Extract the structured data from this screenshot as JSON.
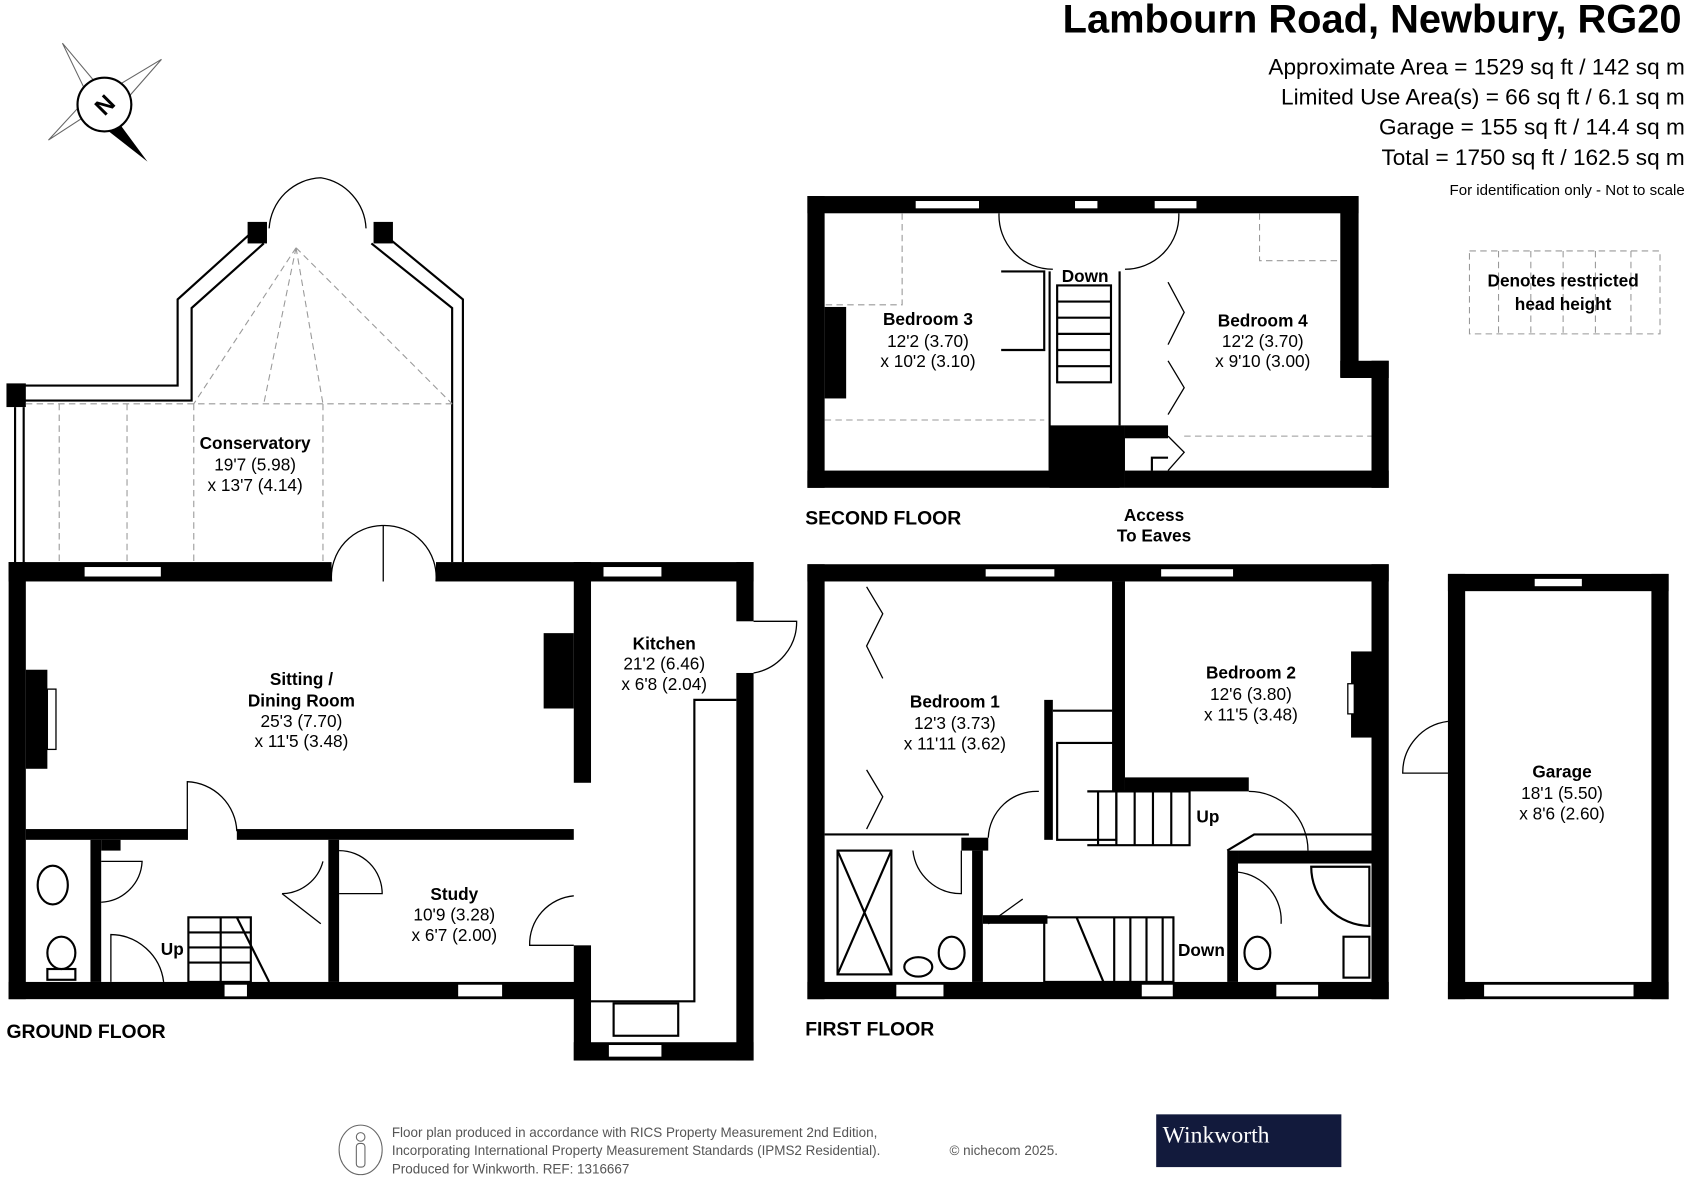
{
  "header": {
    "title": "Lambourn Road, Newbury, RG20",
    "areas": [
      "Approximate Area = 1529 sq ft / 142 sq m",
      "Limited Use Area(s) = 66 sq ft / 6.1 sq m",
      "Garage = 155 sq ft / 14.4 sq m",
      "Total = 1750 sq ft / 162.5 sq m"
    ],
    "disclaimer": "For identification only - Not to scale"
  },
  "compass": {
    "label": "N"
  },
  "legend": {
    "lines": [
      "Denotes restricted",
      "head height"
    ]
  },
  "floors": {
    "ground": "GROUND FLOOR",
    "first": "FIRST FLOOR",
    "second": "SECOND FLOOR"
  },
  "rooms": {
    "conservatory": {
      "lines": [
        "Conservatory",
        "19'7 (5.98)",
        "x 13'7 (4.14)"
      ]
    },
    "sitting": {
      "lines": [
        "Sitting /",
        "Dining Room",
        "25'3 (7.70)",
        "x 11'5 (3.48)"
      ]
    },
    "kitchen": {
      "lines": [
        "Kitchen",
        "21'2 (6.46)",
        "x 6'8 (2.04)"
      ]
    },
    "study": {
      "lines": [
        "Study",
        "10'9 (3.28)",
        "x 6'7 (2.00)"
      ]
    },
    "bedroom3": {
      "lines": [
        "Bedroom 3",
        "12'2 (3.70)",
        "x 10'2 (3.10)"
      ]
    },
    "bedroom4": {
      "lines": [
        "Bedroom 4",
        "12'2 (3.70)",
        "x 9'10 (3.00)"
      ]
    },
    "bedroom1": {
      "lines": [
        "Bedroom 1",
        "12'3 (3.73)",
        "x 11'11 (3.62)"
      ]
    },
    "bedroom2": {
      "lines": [
        "Bedroom 2",
        "12'6 (3.80)",
        "x 11'5 (3.48)"
      ]
    },
    "garage": {
      "lines": [
        "Garage",
        "18'1 (5.50)",
        "x 8'6 (2.60)"
      ]
    }
  },
  "annotations": {
    "ground_up": "Up",
    "first_up": "Up",
    "first_down": "Down",
    "second_down": "Down",
    "eaves": [
      "Access",
      "To Eaves"
    ]
  },
  "footer": {
    "lines": [
      "Floor plan produced in accordance with RICS Property Measurement 2nd Edition,",
      "Incorporating International Property Measurement Standards (IPMS2 Residential).",
      "Produced for Winkworth.   REF: 1316667"
    ],
    "copyright": "© nichecom 2025.",
    "brand": "Winkworth",
    "brand_bg": "#121a3c"
  }
}
